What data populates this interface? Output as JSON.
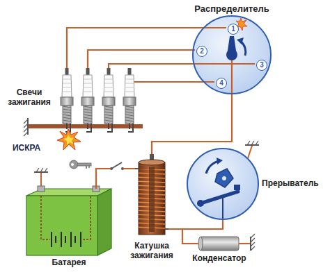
{
  "diagram": {
    "nodes": [
      {
        "text": [
          "Распределитель"
        ]
      },
      {
        "text": [
          "1"
        ],
        "in": 0
      },
      {
        "text": [
          "2"
        ],
        "in": 0
      },
      {
        "text": [
          "3"
        ],
        "in": 0
      },
      {
        "text": [
          "4"
        ],
        "in": 0
      },
      {
        "text": [
          "Прерыватель"
        ]
      },
      {
        "text": [
          "Батарея"
        ]
      },
      {
        "text": [
          "Катушка зажигания"
        ]
      },
      {
        "text": [
          "Конденсатор"
        ]
      }
    ],
    "edges": [
      {
        "from": 7,
        "to": 0,
        "arrow": "none"
      },
      {
        "from": 6,
        "to": 7,
        "arrow": "none"
      },
      {
        "from": 7,
        "to": 5,
        "arrow": "none"
      },
      {
        "from": 8,
        "to": 7,
        "arrow": "none"
      }
    ],
    "labels": [
      "Свечи зажигания",
      "ИСКРА"
    ]
  }
}
